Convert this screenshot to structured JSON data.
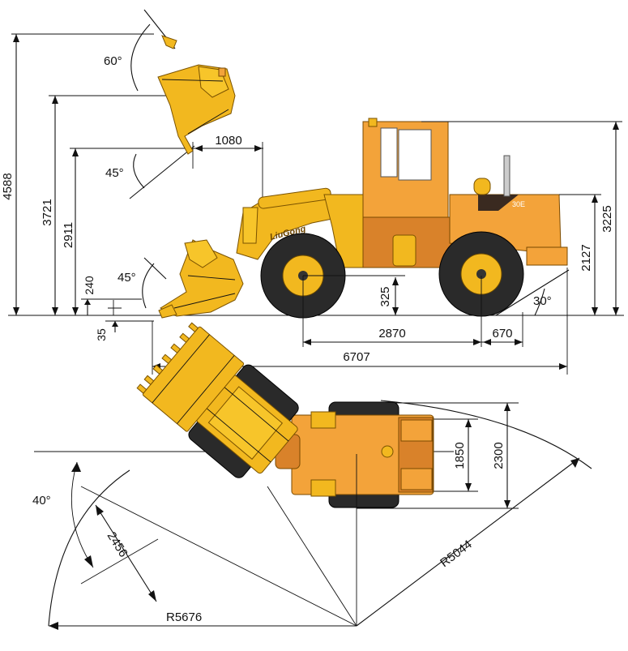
{
  "side_view": {
    "dimensions": {
      "max_pin_height": "4588",
      "hinge_height": "3721",
      "dump_height": "2911",
      "dig_depth_240": "240",
      "ground_35": "35",
      "dump_reach": "1080",
      "axle_height": "325",
      "wheelbase": "2870",
      "rear_overhang": "670",
      "overall_length": "6707",
      "cab_height": "3225",
      "hood_height": "2127"
    },
    "angles": {
      "top_dump": "60°",
      "mid_dump": "45°",
      "ground_rollback": "45°",
      "departure": "30°"
    },
    "labels": {
      "brand": "LiuGong",
      "model": "30E"
    }
  },
  "top_view": {
    "dimensions": {
      "tread_width": "1850",
      "overall_width": "2300",
      "bucket_width": "2456",
      "outer_radius": "R5676",
      "inner_radius": "R5044"
    },
    "angles": {
      "articulation": "40°"
    }
  },
  "colors": {
    "machine_yellow": "#f2b81f",
    "machine_orange": "#f3a33a",
    "tire": "#2a2a2a",
    "lines": "#111111"
  }
}
